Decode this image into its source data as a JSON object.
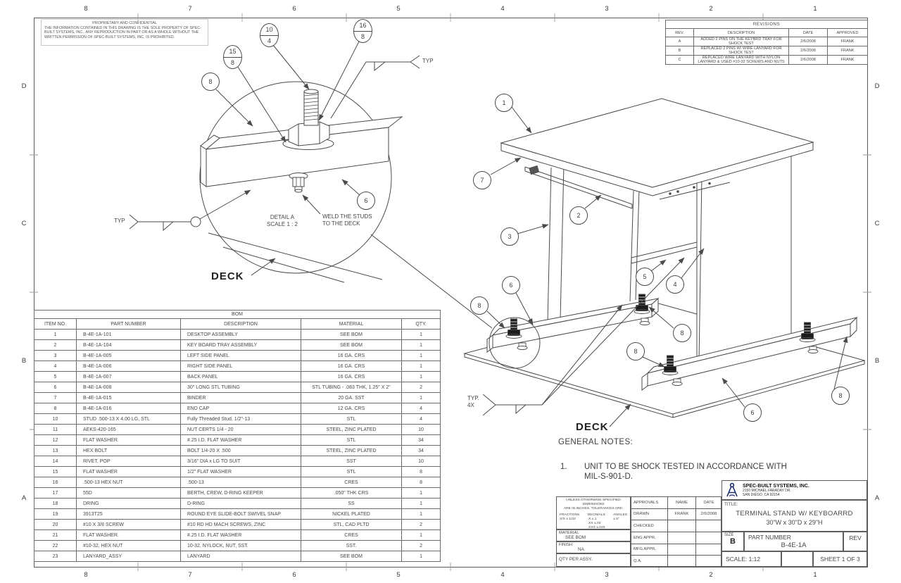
{
  "zones": {
    "top": [
      "8",
      "7",
      "6",
      "5",
      "4",
      "3",
      "2",
      "1"
    ],
    "bottom": [
      "8",
      "7",
      "6",
      "5",
      "4",
      "3",
      "2",
      "1"
    ],
    "left": [
      "D",
      "C",
      "B",
      "A"
    ],
    "right": [
      "D",
      "C",
      "B",
      "A"
    ]
  },
  "proprietary": {
    "title": "PROPRIETARY AND CONFIDENTIAL",
    "body": "THE INFORMATION CONTAINED IN THIS DRAWING IS THE SOLE PROPERTY OF SPEC-BUILT SYSTEMS, INC..  ANY REPRODUCTION IN PART OR AS A WHOLE WITHOUT THE WRITTEN PERMISSION OF SPEC-BUILT SYSTEMS, INC. IS PROHIBITED."
  },
  "revisions": {
    "title": "REVISIONS",
    "headers": [
      "REV.",
      "DESCRIPTION",
      "DATE",
      "APPROVED"
    ],
    "rows": [
      {
        "rev": "A",
        "description": "ADDED 2 PINS ON THE KEYBRD TRAY FOR SHOCK TEST",
        "date": "2/6/2008",
        "approved": "FRANK"
      },
      {
        "rev": "B",
        "description": "REPLACED 2 PINS W/ WIRE LANYARD FOR SHOCK TEST",
        "date": "2/6/2008",
        "approved": "FRANK"
      },
      {
        "rev": "C",
        "description": "REPLACED WIRE LANYARD WITH NYLON LANYARD & USED #10-32 SCREWS AND NUTS",
        "date": "2/6/2008",
        "approved": "FRANK"
      }
    ]
  },
  "bom": {
    "title": "BOM",
    "headers": [
      "ITEM NO.",
      "PART NUMBER",
      "DESCRIPTION",
      "MATERIAL",
      "QTY."
    ],
    "rows": [
      {
        "item": "1",
        "part": "B-4E-1A-101",
        "desc": "DESKTOP ASSEMBLY",
        "material": "SEE BOM",
        "qty": "1"
      },
      {
        "item": "2",
        "part": "B-4E-1A-104",
        "desc": "KEY BOARD TRAY ASSEMBLY",
        "material": "SEE BOM",
        "qty": "1"
      },
      {
        "item": "3",
        "part": "B-4E-1A-005",
        "desc": "LEFT SIDE PANEL",
        "material": "16 GA. CRS",
        "qty": "1"
      },
      {
        "item": "4",
        "part": "B-4E-1A-006",
        "desc": "RIGHT SIDE PANEL",
        "material": "16 GA. CRS",
        "qty": "1"
      },
      {
        "item": "5",
        "part": "B-4E-1A-007",
        "desc": "BACK PANEL",
        "material": "16 GA. CRS",
        "qty": "1"
      },
      {
        "item": "6",
        "part": "B-4E-1A-008",
        "desc": "30\" LONG STL TUBING",
        "material": "STL TUBING - .083 THK, 1.25\" X 2\"",
        "qty": "2"
      },
      {
        "item": "7",
        "part": "B-4E-1A-015",
        "desc": "BINDER",
        "material": "20 GA. SST",
        "qty": "1"
      },
      {
        "item": "8",
        "part": "B-4E-1A-016",
        "desc": "END CAP",
        "material": "12 GA. CRS",
        "qty": "4"
      },
      {
        "item": "10",
        "part": "STUD .500-13 X 4.00 LG, STL",
        "desc": "Fully Threaded Stud, 1/2\"-13",
        "material": "STL",
        "qty": "4"
      },
      {
        "item": "11",
        "part": "AEKS-420-165",
        "desc": "NUT CERTS 1/4 - 20",
        "material": "STEEL, ZINC PLATED",
        "qty": "10"
      },
      {
        "item": "12",
        "part": "FLAT WASHER.",
        "desc": "#.25 I.D. FLAT WASHER",
        "material": "STL",
        "qty": "34"
      },
      {
        "item": "13",
        "part": "HEX BOLT",
        "desc": "BOLT 1/4-20 X .500",
        "material": "STEEL, ZINC PLATED",
        "qty": "34"
      },
      {
        "item": "14",
        "part": "RIVET, POP",
        "desc": "3/16\" DIA x LG TO SUIT",
        "material": "SST",
        "qty": "10"
      },
      {
        "item": "15",
        "part": "FLAT WASHER",
        "desc": "1/2\" FLAT WASHER",
        "material": "STL",
        "qty": "8"
      },
      {
        "item": "16",
        "part": ".500-13 HEX NUT",
        "desc": ".500-13",
        "material": "CRES",
        "qty": "8"
      },
      {
        "item": "17",
        "part": "55D",
        "desc": "BERTH, CREW, D-RING KEEPER",
        "material": ".050\" THK CRS",
        "qty": "1"
      },
      {
        "item": "18",
        "part": "DRING",
        "desc": "D-RING",
        "material": "SS",
        "qty": "1"
      },
      {
        "item": "19",
        "part": "3913T25",
        "desc": "ROUND EYE SLIDE-BOLT SWIVEL SNAP",
        "material": "NICKEL PLATED",
        "qty": "1"
      },
      {
        "item": "20",
        "part": "#10 X 3/8 SCREW",
        "desc": "#10 RD HD MACH SCREWS, ZINC",
        "material": "STL, CAD PLTD",
        "qty": "2"
      },
      {
        "item": "21",
        "part": "FLAT WASHER.",
        "desc": "#.25 I.D. FLAT WASHER",
        "material": "CRES",
        "qty": "1"
      },
      {
        "item": "22",
        "part": "#10-32, HEX NUT",
        "desc": "10-32, NYLOCK, NUT, SST.",
        "material": "SST.",
        "qty": "2"
      },
      {
        "item": "23",
        "part": "LANYARD_ASSY",
        "desc": "LANYARD",
        "material": "SEE BOM",
        "qty": "1"
      }
    ]
  },
  "detail_view": {
    "title": "DETAIL A",
    "scale": "SCALE 1 : 2",
    "weld_note1": "WELD THE STUDS",
    "weld_note2": "TO THE DECK",
    "deck_label": "DECK",
    "typ_left": "TYP",
    "typ_right": "TYP",
    "balloons": [
      {
        "label": "8"
      },
      {
        "label": "15",
        "label2": "8"
      },
      {
        "label": "10",
        "label2": "4"
      },
      {
        "label": "16",
        "label2": "8"
      },
      {
        "label": "6"
      }
    ]
  },
  "iso_view": {
    "deck_label": "DECK",
    "typ1": "TYP.",
    "typ2": "4X",
    "balloons": [
      {
        "label": "1"
      },
      {
        "label": "7"
      },
      {
        "label": "2"
      },
      {
        "label": "3"
      },
      {
        "label": "6"
      },
      {
        "label": "5"
      },
      {
        "label": "4"
      },
      {
        "label": "8"
      },
      {
        "label": "8"
      },
      {
        "label": "8"
      },
      {
        "label": "8"
      },
      {
        "label": "6"
      }
    ]
  },
  "notes": {
    "heading": "GENERAL NOTES:",
    "item1_no": "1.",
    "item1_line1": "UNIT TO BE SHOCK TESTED IN ACCORDANCE WITH",
    "item1_line2": "MIL-S-901-D."
  },
  "title_block": {
    "company": {
      "name": "SPEC-BUILT SYSTEMS, INC.",
      "address1": "2150 MICHAEL FARADAY DR.",
      "address2": "SAN DIEGO, CA 92154"
    },
    "tol_note1": "UNLESS OTHERWISE SPECIFIED DIMENSIONS",
    "tol_note2": "ARE IN INCHES.  TOLERANCES ARE:",
    "fractions_label": "FRACTIONS",
    "fractions_value": "X/X ± 1/32",
    "decimals_label": "DECIMALS",
    "decimals_x": ".X  ±.1",
    "decimals_xx": ".XX  ±.03",
    "decimals_xxx": ".XXX ±.020",
    "angles_label": "ANGLES",
    "angles_value": "±.5°",
    "material_label": "MATERIAL",
    "material_value": "SEE BOM",
    "finish_label": "FINISH",
    "finish_value": "NA",
    "qty_label": "QTY PER ASSY.",
    "approvals_label": "APPROVALS",
    "name_label": "NAME",
    "date_label": "DATE",
    "approval_rows": [
      {
        "label": "DRAWN",
        "name": "FRANK",
        "date": "2/6/2008"
      },
      {
        "label": "CHECKED",
        "name": "",
        "date": ""
      },
      {
        "label": "ENG APPR.",
        "name": "",
        "date": ""
      },
      {
        "label": "MFG APPR.",
        "name": "",
        "date": ""
      },
      {
        "label": "Q.A.",
        "name": "",
        "date": ""
      }
    ],
    "title_label": "TITLE:",
    "title_line1": "TERMINAL STAND W/ KEYBOARRD",
    "title_line2": "30\"W x 30\"D x 29\"H",
    "size_label": "SIZE",
    "size_value": "B",
    "part_number_label": "PART NUMBER",
    "part_number_value": "B-4E-1A",
    "rev_label": "REV",
    "scale_text": "SCALE: 1:12",
    "sheet_text": "SHEET 1 OF 3"
  }
}
